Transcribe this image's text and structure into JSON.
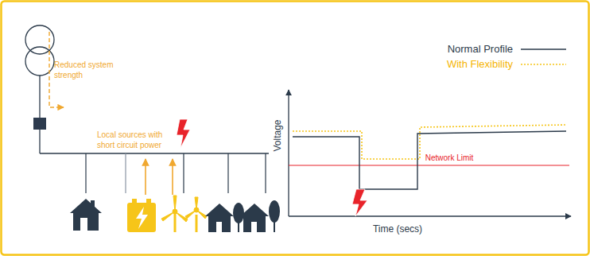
{
  "diagram": {
    "labels": [
      "Reduced system strength",
      "Local sources with short circuit power",
      "Voltage",
      "Network Limit",
      "Time (secs)"
    ],
    "legend": [
      {
        "text": "Normal Profile"
      },
      {
        "text": "With Flexibility"
      }
    ]
  }
}
